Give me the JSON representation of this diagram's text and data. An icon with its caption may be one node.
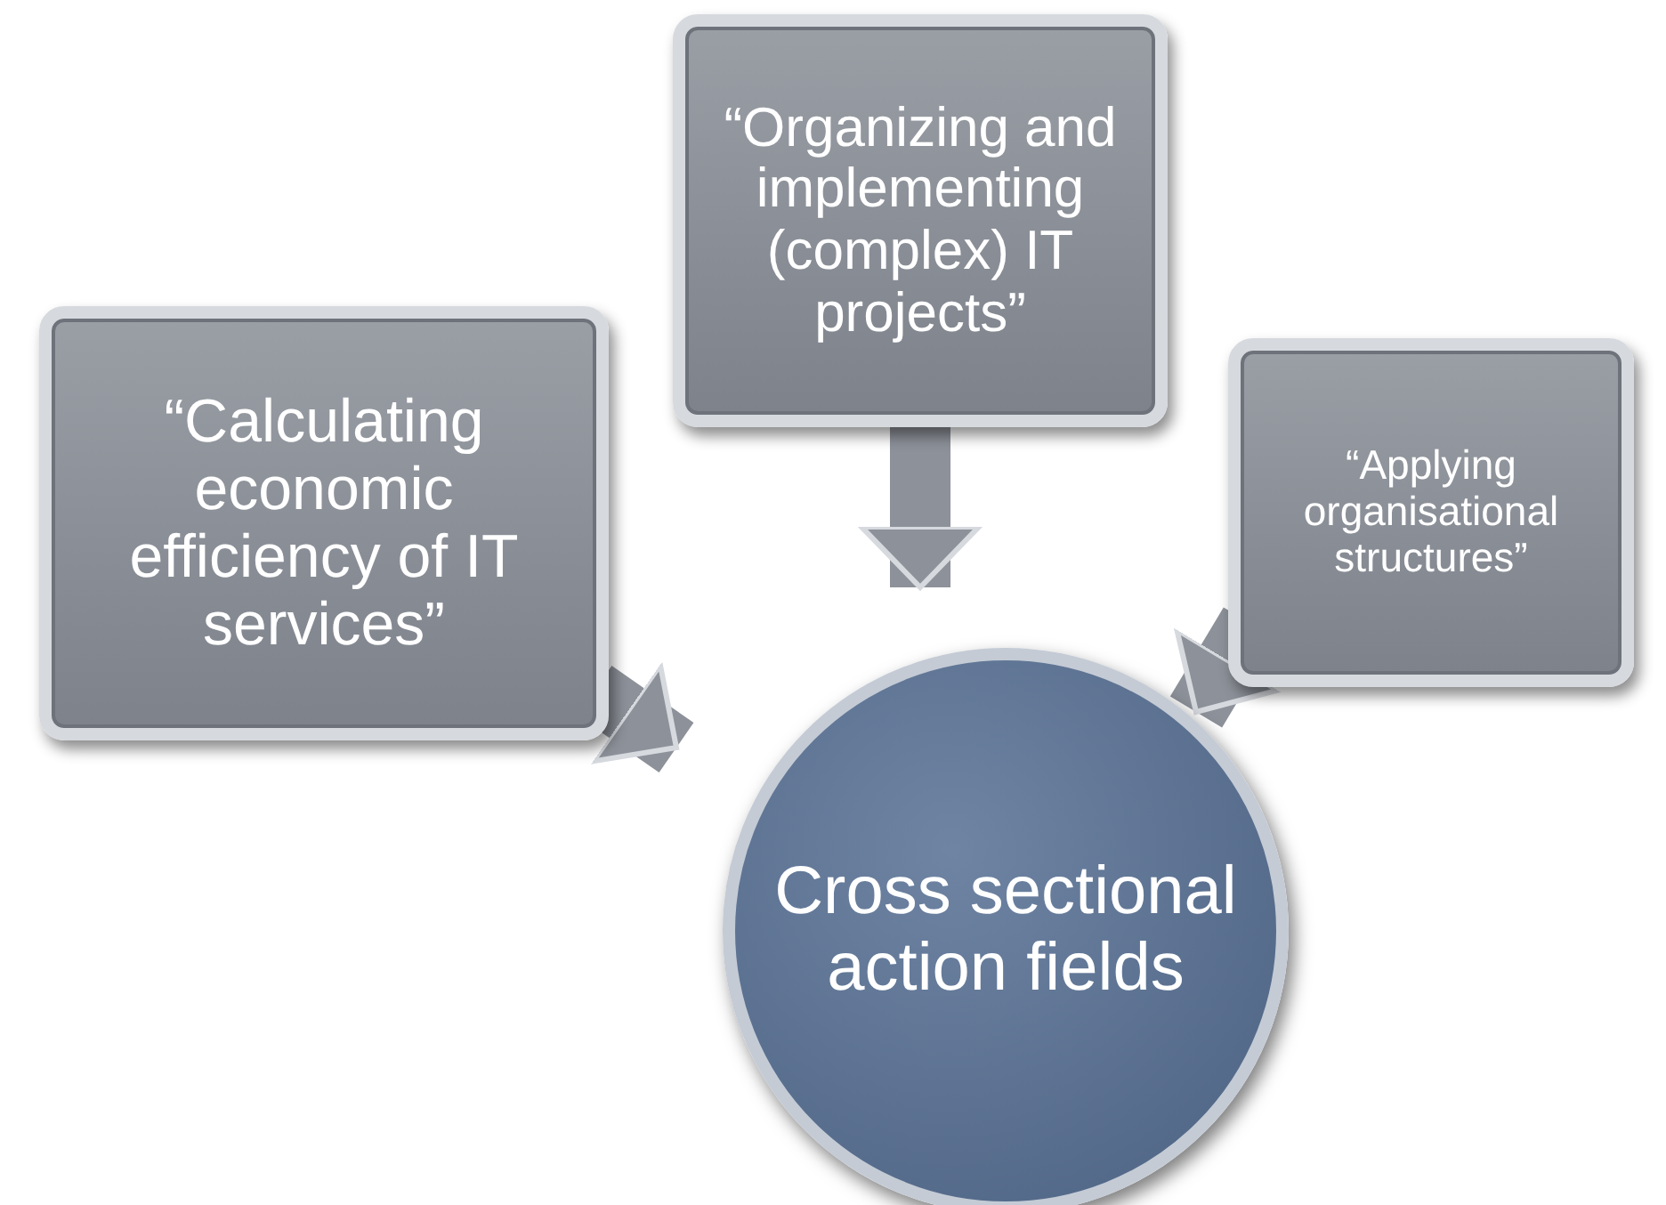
{
  "diagram": {
    "nodes": [
      {
        "text": [
          "“Calculating economic efficiency of IT services”"
        ]
      },
      {
        "text": [
          "“Organizing and implementing (complex) IT projects”"
        ]
      },
      {
        "text": [
          "“Applying organisational structures”"
        ]
      },
      {
        "text": [
          "Cross sectional action fields"
        ]
      }
    ],
    "edges": [
      {
        "from": 0,
        "to": 3,
        "arrow": "to"
      },
      {
        "from": 1,
        "to": 3,
        "arrow": "to"
      },
      {
        "from": 2,
        "to": 3,
        "arrow": "to"
      }
    ]
  }
}
